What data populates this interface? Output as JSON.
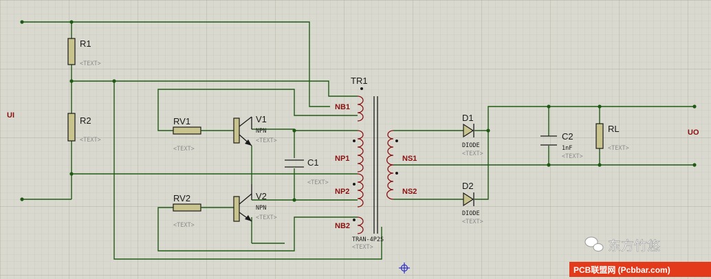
{
  "ports": {
    "input": "UI",
    "output": "UO"
  },
  "components": {
    "r1": {
      "ref": "R1",
      "value": "<TEXT>"
    },
    "r2": {
      "ref": "R2",
      "value": "<TEXT>"
    },
    "rv1": {
      "ref": "RV1",
      "value": "<TEXT>"
    },
    "rv2": {
      "ref": "RV2",
      "value": "<TEXT>"
    },
    "v1": {
      "ref": "V1",
      "type": "NPN",
      "value": "<TEXT>"
    },
    "v2": {
      "ref": "V2",
      "type": "NPN",
      "value": "<TEXT>"
    },
    "c1": {
      "ref": "C1",
      "value": "<TEXT>"
    },
    "tr1": {
      "ref": "TR1",
      "type": "TRAN-4P2S",
      "value": "<TEXT>"
    },
    "d1": {
      "ref": "D1",
      "type": "DIODE",
      "value": "<TEXT>"
    },
    "d2": {
      "ref": "D2",
      "type": "DIODE",
      "value": "<TEXT>"
    },
    "c2": {
      "ref": "C2",
      "type": "1nF",
      "value": "<TEXT>"
    },
    "rl": {
      "ref": "RL",
      "value": "<TEXT>"
    }
  },
  "windings": {
    "nb1": "NB1",
    "np1": "NP1",
    "np2": "NP2",
    "nb2": "NB2",
    "ns1": "NS1",
    "ns2": "NS2"
  },
  "watermark": {
    "brand": "东方竹悠",
    "site": "PCB联盟网 (Pcbbar.com)"
  },
  "colors": {
    "background": "#d9d9cf",
    "wire": "#1f5a14",
    "pin_label": "#8a1010"
  }
}
